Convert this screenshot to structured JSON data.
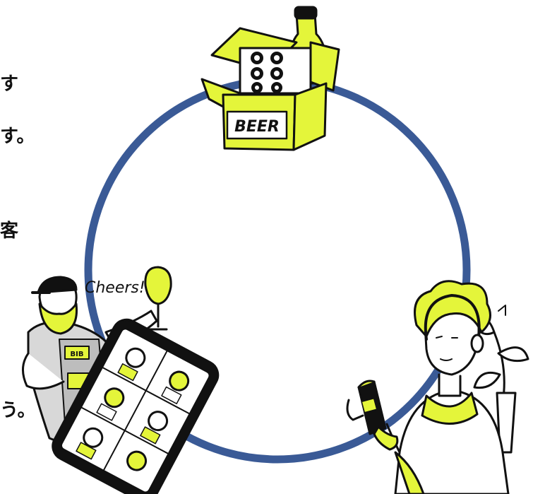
{
  "text_fragments": {
    "line1": "す",
    "line2": "す。",
    "line3": "客",
    "line4": "う。"
  },
  "illustrations": {
    "beer_box_label": "BEER",
    "cheers_label": "Cheers!",
    "apron_label": "BIB"
  },
  "colors": {
    "ring": "#3a5a96",
    "accent": "#e4f53a",
    "ink": "#111111"
  }
}
